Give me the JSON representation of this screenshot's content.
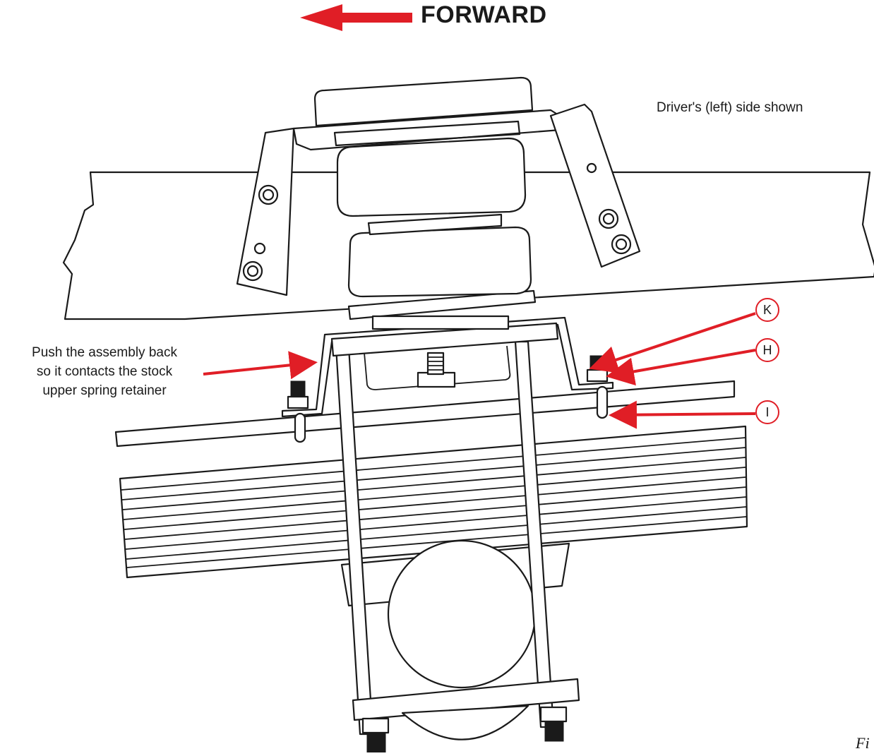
{
  "labels": {
    "forward": "FORWARD",
    "side_note": "Driver's (left) side shown",
    "push_line1": "Push the assembly back",
    "push_line2": "so it contacts the stock",
    "push_line3": "upper spring retainer",
    "figure": "Fi"
  },
  "callouts": {
    "k": "K",
    "h": "H",
    "i": "I"
  },
  "colors": {
    "accent": "#e01e26",
    "line": "#1a1a1a"
  }
}
